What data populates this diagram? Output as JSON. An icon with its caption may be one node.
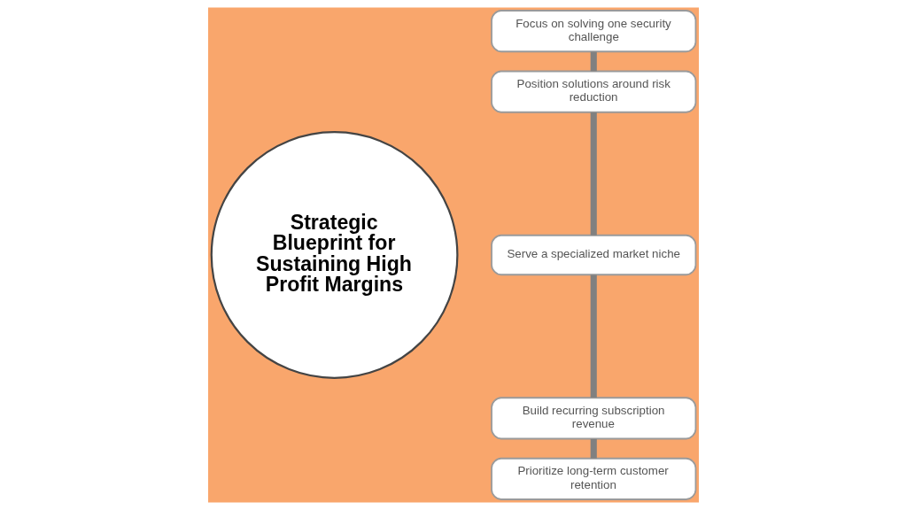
{
  "diagram": {
    "nodes": [
      {
        "text": [
          "Strategic Blueprint for Sustaining High Profit Margins"
        ]
      },
      {
        "text": [
          "Focus on solving one security challenge"
        ]
      },
      {
        "text": [
          "Position solutions around risk reduction"
        ]
      },
      {
        "text": [
          "Serve a specialized market niche"
        ]
      },
      {
        "text": [
          "Build recurring subscription revenue"
        ]
      },
      {
        "text": [
          "Prioritize long-term customer retention"
        ]
      }
    ],
    "edges": [
      {
        "from": 1,
        "to": 2,
        "arrow": "none"
      },
      {
        "from": 2,
        "to": 3,
        "arrow": "none"
      },
      {
        "from": 3,
        "to": 4,
        "arrow": "none"
      },
      {
        "from": 4,
        "to": 5,
        "arrow": "none"
      }
    ]
  }
}
